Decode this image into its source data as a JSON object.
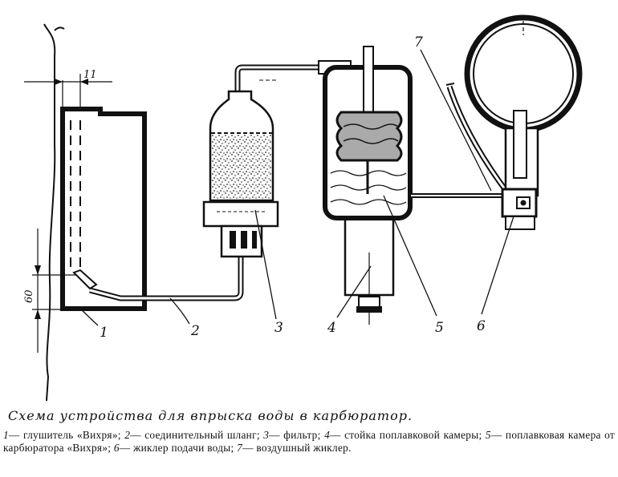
{
  "diagram": {
    "callouts": [
      "1",
      "2",
      "3",
      "4",
      "5",
      "6",
      "7"
    ],
    "dimensions": [
      "11",
      "60"
    ]
  },
  "caption": {
    "title": "Схема устройства для впрыска воды в карбюратор.",
    "legend": [
      {
        "num": "1",
        "text": "глушитель «Вихря»;"
      },
      {
        "num": "2",
        "text": "соединительный шланг;"
      },
      {
        "num": "3",
        "text": "фильтр;"
      },
      {
        "num": "4",
        "text": "стойка поплавковой камеры;"
      },
      {
        "num": "5",
        "text": "поплавковая камера от карбюратора «Вихря»;"
      },
      {
        "num": "6",
        "text": "жиклер подачи воды;"
      },
      {
        "num": "7",
        "text": "воздушный жиклер."
      }
    ]
  }
}
